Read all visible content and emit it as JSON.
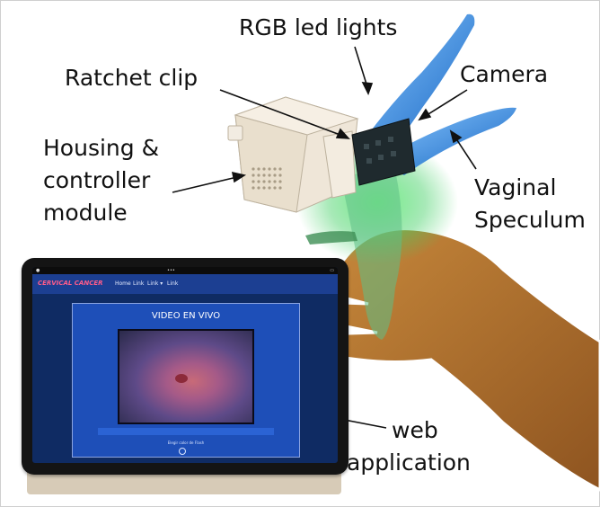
{
  "labels": {
    "rgb_led_lights": "RGB led lights",
    "ratchet_clip": "Ratchet clip",
    "camera": "Camera",
    "housing_line1": "Housing &",
    "housing_line2": "controller",
    "housing_line3": "module",
    "speculum_line1": "Vaginal",
    "speculum_line2": "Speculum",
    "web_line1": "web",
    "web_line2": "application"
  },
  "tablet_screen": {
    "brand": "CERVICAL CANCER",
    "nav_home": "Home",
    "nav_link1": "Link",
    "nav_link2": "Link ▾",
    "nav_link3": "Link",
    "video_title": "VIDEO EN VIVO",
    "flash_text": "Elegir color de Flash"
  },
  "colors": {
    "speculum": "#3a8fe0",
    "led_glow": "#4fe06a",
    "housing": "#efe6d8",
    "screen_bg": "#0f2b63",
    "content_bg": "#1e4fb8",
    "hand": "#b8742e"
  }
}
